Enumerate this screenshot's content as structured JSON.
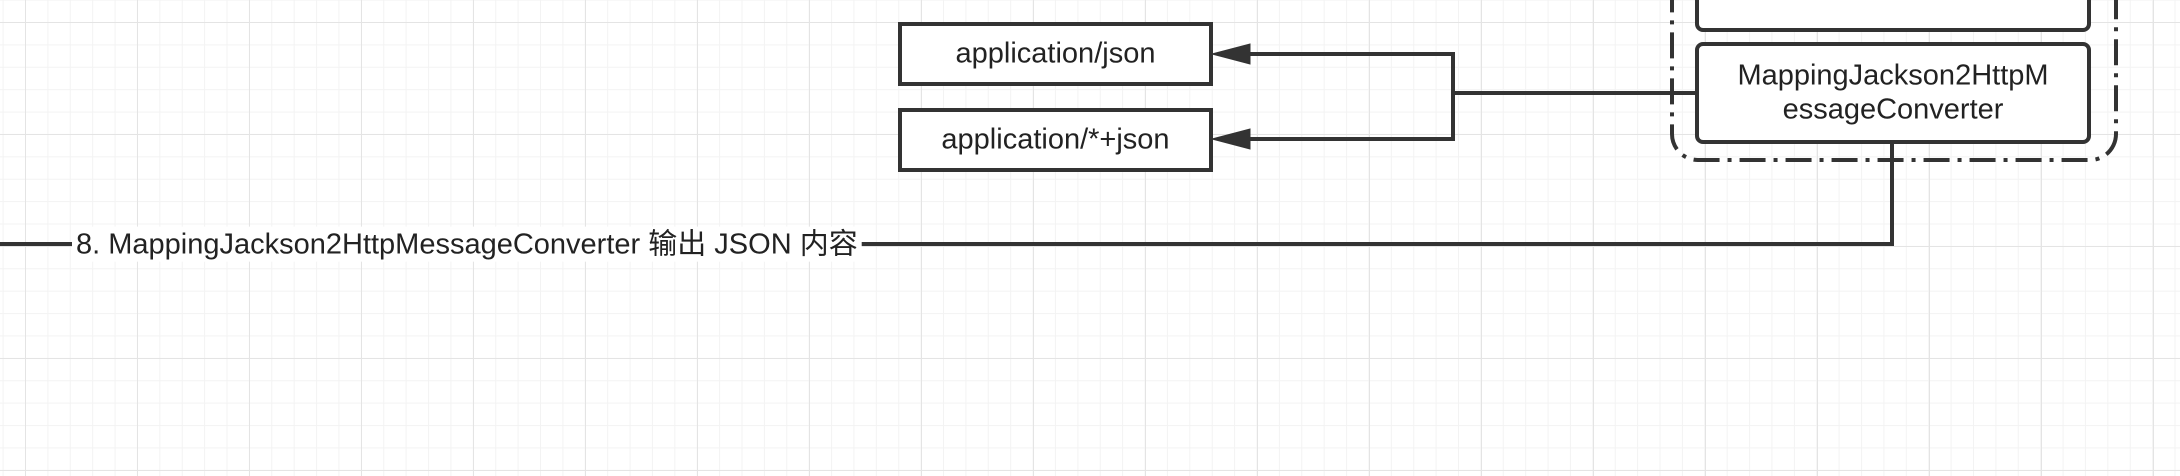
{
  "nodes": {
    "application_json": "application/json",
    "application_any_json": "application/*+json",
    "converter_line1": "MappingJackson2HttpM",
    "converter_line2": "essageConverter"
  },
  "edges": {
    "step8_label": "8. MappingJackson2HttpMessageConverter 输出 JSON 内容"
  }
}
